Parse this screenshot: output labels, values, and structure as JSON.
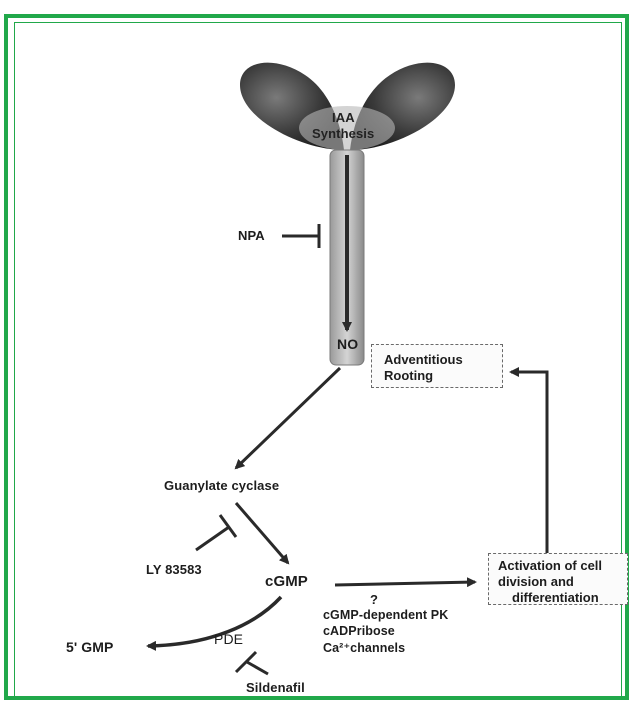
{
  "labels": {
    "iaa_synthesis_line1": "IAA",
    "iaa_synthesis_line2": "Synthesis",
    "npa": "NPA",
    "no": "NO",
    "adventitious_line1": "Adventitious",
    "adventitious_line2": "Rooting",
    "guanylate_cyclase": "Guanylate cyclase",
    "ly": "LY 83583",
    "cgmp": "cGMP",
    "question": "?",
    "mediator_1": "cGMP-dependent PK",
    "mediator_2": "cADPribose",
    "mediator_3": "Ca²⁺channels",
    "activation_line1": "Activation of cell",
    "activation_line2": "division and",
    "activation_line3": "differentiation",
    "five_gmp": "5' GMP",
    "pde": "PDE",
    "sildenafil": "Sildenafil"
  },
  "colors": {
    "border": "#21a84a",
    "ink": "#1d1d1d",
    "arrow": "#2a2a2a"
  }
}
